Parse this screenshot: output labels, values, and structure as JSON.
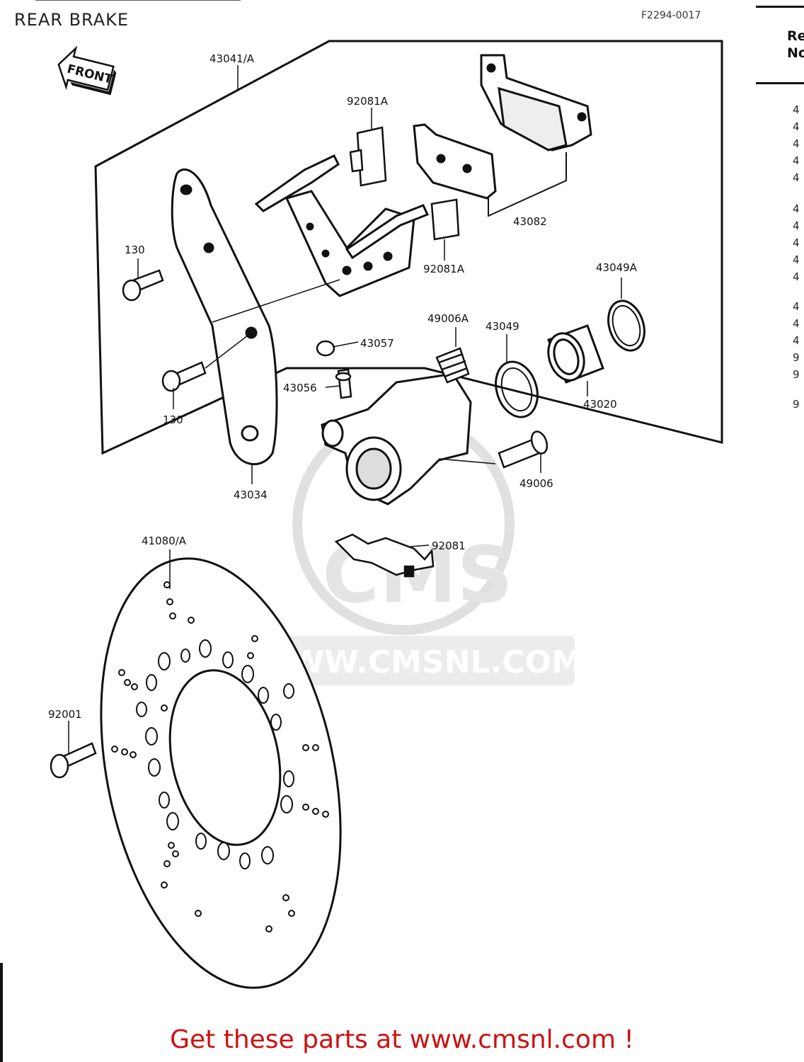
{
  "header": {
    "title": "REAR BRAKE",
    "figure_code": "F2294-0017"
  },
  "ref_column": {
    "heading_line1": "Re",
    "heading_line2": "No",
    "fragments": [
      "4",
      "4",
      "4",
      "4",
      "4",
      "4",
      "4",
      "4",
      "4",
      "4",
      "4",
      "4",
      "4",
      "9",
      "9",
      "9"
    ]
  },
  "diagram": {
    "front_label": "FRONT",
    "parts": {
      "p43041A": "43041/A",
      "p92081A_top": "92081A",
      "p92081A_mid": "92081A",
      "p43082": "43082",
      "p130_top": "130",
      "p130_bottom": "130",
      "p43049A": "43049A",
      "p49006A": "49006A",
      "p43049": "43049",
      "p43057": "43057",
      "p43056": "43056",
      "p43020": "43020",
      "p49006": "49006",
      "p43034": "43034",
      "p41080A": "41080/A",
      "p92081": "92081",
      "p92001": "92001"
    },
    "watermark": "WWW.CMSNL.COM",
    "watermark_logo": "CMS"
  },
  "footer": {
    "cta": "Get these parts at www.cmsnl.com !"
  }
}
